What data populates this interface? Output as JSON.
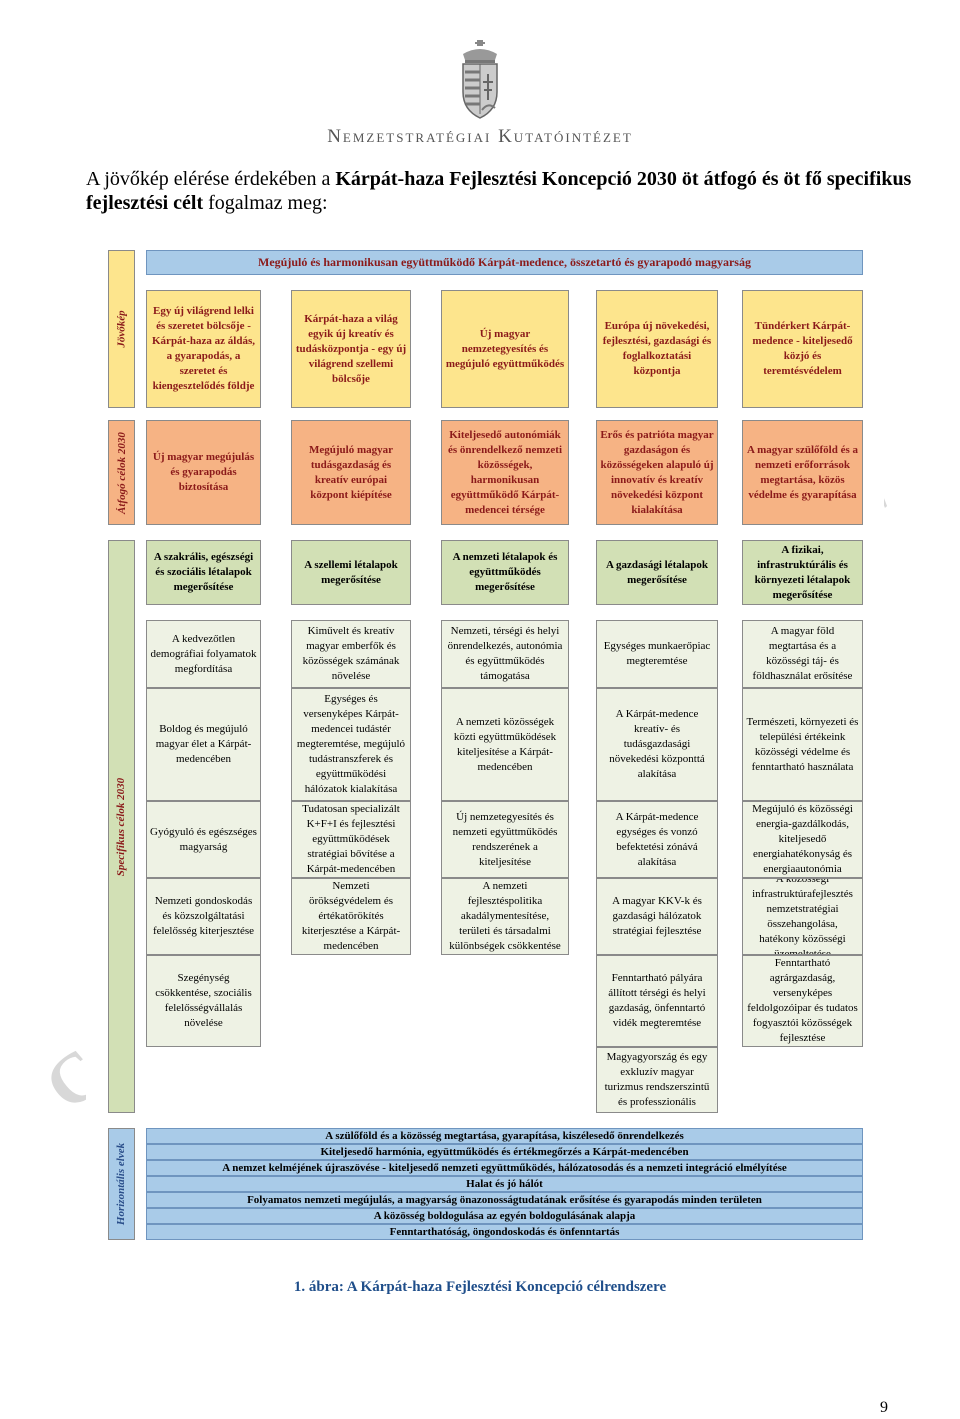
{
  "header": {
    "organization": "Nemzetstratégiai Kutatóintézet"
  },
  "intro": {
    "part1": "A jövőkép elérése érdekében a ",
    "bold1": "Kárpát-haza Fejlesztési Koncepció 2030 öt átfogó és öt fő specifikus fejlesztési célt",
    "part2": " fogalmaz meg:"
  },
  "diagram": {
    "sections": {
      "jovokep": "Jövőkép",
      "atfogo": "Átfogó célok 2030",
      "specifikus": "Specifikus célok 2030",
      "horizontalis": "Horizontális elvek"
    },
    "top_banner": "Megújuló és harmonikusan együttműködő Kárpát-medence, összetartó és gyarapodó magyarság",
    "vision": [
      "Egy új világrend lelki és szeretet bölcsője - Kárpát-haza az áldás, a gyarapodás, a szeretet és kiengesztelődés földje",
      "Kárpát-haza a világ egyik új kreatív és tudásközpontja - egy új világrend szellemi bölcsője",
      "Új magyar nemzetegyesítés és megújuló együttműködés",
      "Európa új növekedési, fejlesztési, gazdasági és foglalkoztatási központja",
      "Tündérkert Kárpát-medence - kiteljesedő közjó és teremtésvédelem"
    ],
    "overall": [
      "Új magyar megújulás és gyarapodás biztosítása",
      "Megújuló magyar tudásgazdaság és kreatív európai központ kiépítése",
      "Kiteljesedő autonómiák és önrendelkező nemzeti közösségek, harmonikusan együttműködő Kárpát-medencei térsége",
      "Erős és patrióta magyar gazdaságon és közösségeken alapuló új innovatív és kreatív növekedési központ kialakítása",
      "A magyar szülőföld és a nemzeti erőforrások megtartása, közös védelme és gyarapítása"
    ],
    "specific_heads": [
      "A szakrális, egészségi és szociális létalapok megerősítése",
      "A szellemi létalapok megerősítése",
      "A nemzeti létalapok és együttműködés megerősítése",
      "A gazdasági létalapok megerősítése",
      "A fizikai, infrastruktúrális és környezeti létalapok megerősítése"
    ],
    "col1": [
      "A kedvezőtlen demográfiai folyamatok megfordítása",
      "Boldog és megújuló magyar élet a Kárpát-medencében",
      "Gyógyuló és egészséges magyarság",
      "Nemzeti gondoskodás és közszolgáltatási felelősség kiterjesztése",
      "Szegénység csökkentése, szociális felelősségvállalás növelése"
    ],
    "col2": [
      "Kiművelt és kreatív magyar emberfők és közösségek számának növelése",
      "Egységes és versenyképes Kárpát-medencei tudástér megteremtése, megújuló tudástranszferek és együttműködési hálózatok kialakítása",
      "Tudatosan specializált K+F+I és fejlesztési együttműködések stratégiai bővítése a Kárpát-medencében",
      "Nemzeti örökségvédelem és értékatörökítés kiterjesztése a Kárpát-medencében"
    ],
    "col3": [
      "Nemzeti, térségi és helyi önrendelkezés, autonómia és együttműködés támogatása",
      "A nemzeti közösségek közti együttműködések kiteljesítése a Kárpát-medencében",
      "Új nemzetegyesítés és nemzeti együttműködés rendszerének a kiteljesítése",
      "A nemzeti fejlesztéspolitika akadálymentesítése, területi és társadalmi különbségek csökkentése"
    ],
    "col4": [
      "Egységes munkaerőpiac megteremtése",
      "A Kárpát-medence kreatív- és tudásgazdasági növekedési központtá alakítása",
      "A Kárpát-medence egységes és vonzó befektetési zónává alakítása",
      "A magyar KKV-k és gazdasági hálózatok stratégiai fejlesztése",
      "Fenntartható pályára állított térségi és helyi gazdaság, önfenntartó vidék megteremtése",
      "Gyógyító Magyagyország és egy exkluzív magyar turizmus rendszerszintű és professzionális fejlesztése"
    ],
    "col5": [
      "A magyar föld megtartása és a közösségi táj- és földhasználat erősítése",
      "Természeti, környezeti és települési értékeink közösségi védelme és fenntartható használata",
      "Megújuló és közösségi energia-gazdálkodás, kiteljesedő energiahatékonyság és energiaautonómia",
      "A közösségi infrastruktúrafejlesztés nemzetstratégiai összehangolása, hatékony közösségi üzemeltetése",
      "Fenntartható agrárgazdaság, versenyképes feldolgozóipar és tudatos fogyasztói közösségek fejlesztése"
    ],
    "horizontal": [
      "A szülőföld és a közösség megtartása, gyarapítása, kiszélesedő önrendelkezés",
      "Kiteljesedő harmónia, együttműködés és értékmegőrzés a Kárpát-medencében",
      "A nemzet kelméjének újraszövése - kiteljesedő nemzeti együttműködés, hálózatosodás és a nemzeti integráció elmélyítése",
      "Halat és jó hálót",
      "Folyamatos nemzeti megújulás, a magyarság önazonosságtudatának erősítése és gyarapodás minden területen",
      "A közösség boldogulása az egyén boldogulásának alapja",
      "Fenntarthatóság, öngondoskodás és önfenntartás"
    ]
  },
  "caption": "1. ábra: A Kárpát-haza Fejlesztési Koncepció célrendszere",
  "page_number": "9",
  "colors": {
    "vision_bg": "#fde58d",
    "overall_bg": "#f6b384",
    "specific_head_bg": "#d2e0b5",
    "specific_bg": "#eef2e4",
    "horizontal_bg": "#a9cbe8",
    "dark_red_text": "#8b1a1a"
  }
}
